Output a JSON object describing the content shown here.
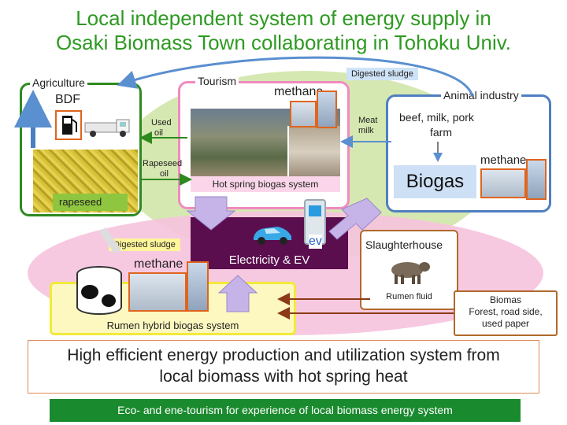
{
  "title": {
    "line1": "Local independent system of energy supply in",
    "line2": "Osaki Biomass Town collaborating in Tohoku Univ."
  },
  "agriculture": {
    "label": "Agriculture",
    "bdf": "BDF",
    "rapeseed": "rapeseed"
  },
  "tourism": {
    "label": "Tourism",
    "methane": "methane",
    "hot_spring": "Hot spring biogas system"
  },
  "animal": {
    "label": "Animal industry",
    "farm_line1": "beef, milk, pork",
    "farm_line2": "farm",
    "methane": "methane",
    "biogas": "Biogas"
  },
  "flows": {
    "digested_sludge_top": "Digested sludge",
    "digested_sludge_left": "Digested sludge",
    "used_oil_1": "Used",
    "used_oil_2": "oil",
    "rapeseed_oil_1": "Rapeseed",
    "rapeseed_oil_2": "oil",
    "meat_milk_1": "Meat",
    "meat_milk_2": "milk"
  },
  "electricity": {
    "label": "Electricity & EV",
    "ev": "ev"
  },
  "slaughterhouse": {
    "label": "Slaughterhouse",
    "rumen_fluid": "Rumen fluid"
  },
  "biomas": {
    "line1": "Biomas",
    "line2": "Forest, road side,",
    "line3": "used paper"
  },
  "rumen": {
    "methane": "methane",
    "label": "Rumen hybrid biogas system"
  },
  "main_statement": {
    "line1": "High efficient energy production and utilization system from",
    "line2": "local biomass with hot spring heat"
  },
  "banner": "Eco- and ene-tourism for experience of local biomass energy system"
}
